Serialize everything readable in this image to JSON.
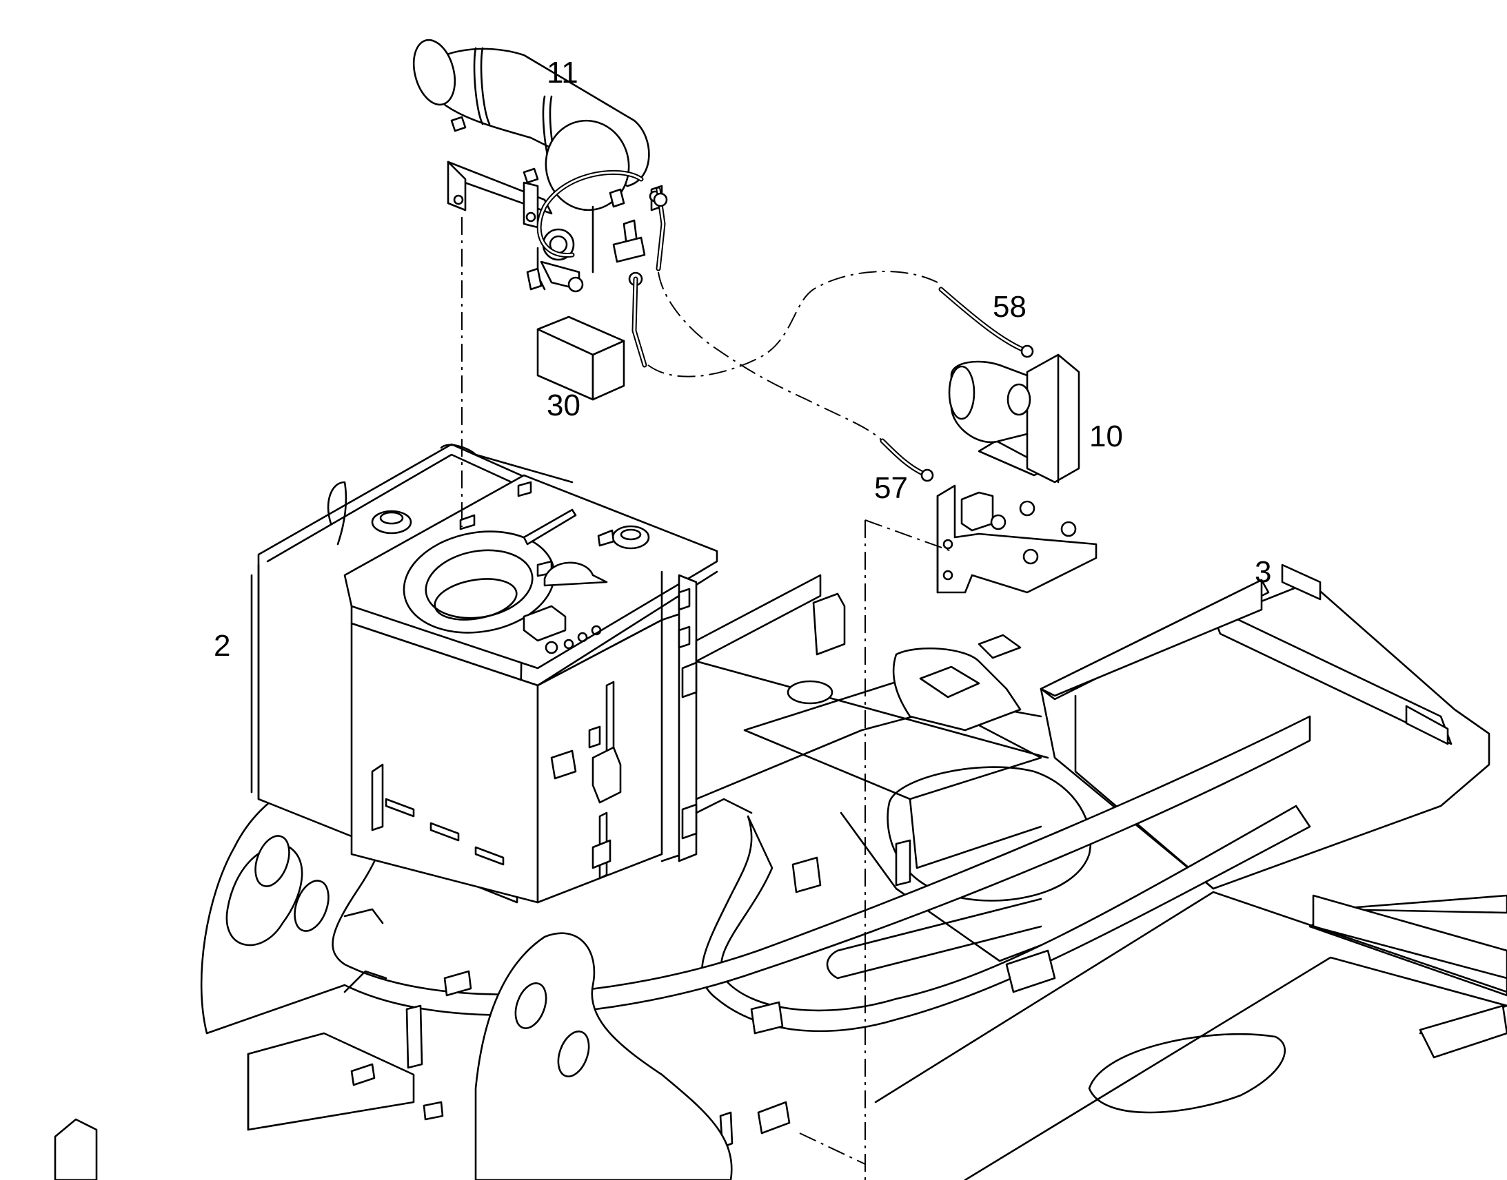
{
  "callouts": {
    "c11": "11",
    "c30": "30",
    "c58": "58",
    "c10": "10",
    "c57": "57",
    "c3": "3",
    "c2": "2"
  }
}
